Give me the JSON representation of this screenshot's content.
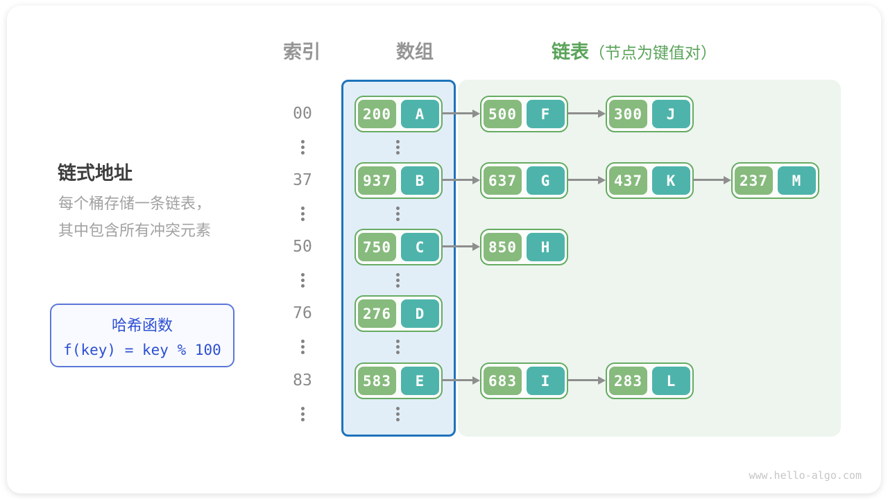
{
  "header": {
    "index_label": "索引",
    "array_label": "数组",
    "list_label": "链表",
    "list_note": "（节点为键值对）"
  },
  "left_panel": {
    "title": "链式地址",
    "description": [
      "每个桶存储一条链表，",
      "其中包含所有冲突元素"
    ],
    "hash_function": {
      "title": "哈希函数",
      "formula": "f(key) = key % 100"
    }
  },
  "hash_table": {
    "rows": [
      {
        "index": "00",
        "bucket": {
          "key": "200",
          "value": "A"
        },
        "chain": [
          {
            "key": "500",
            "value": "F"
          },
          {
            "key": "300",
            "value": "J"
          }
        ]
      },
      {
        "index": "37",
        "bucket": {
          "key": "937",
          "value": "B"
        },
        "chain": [
          {
            "key": "637",
            "value": "G"
          },
          {
            "key": "437",
            "value": "K"
          },
          {
            "key": "237",
            "value": "M"
          }
        ]
      },
      {
        "index": "50",
        "bucket": {
          "key": "750",
          "value": "C"
        },
        "chain": [
          {
            "key": "850",
            "value": "H"
          }
        ]
      },
      {
        "index": "76",
        "bucket": {
          "key": "276",
          "value": "D"
        },
        "chain": []
      },
      {
        "index": "83",
        "bucket": {
          "key": "583",
          "value": "E"
        },
        "chain": [
          {
            "key": "683",
            "value": "I"
          },
          {
            "key": "283",
            "value": "L"
          }
        ]
      }
    ]
  },
  "footer": {
    "watermark": "www.hello-algo.com"
  },
  "colors": {
    "header_gray": "#959595",
    "header_green": "#5aa35a",
    "array_fill": "#e1eef8",
    "array_border": "#1e73bb",
    "list_fill": "#edf5ee",
    "node_border": "#67ab63",
    "key_cell": "#87ba7d",
    "value_cell": "#4eb4ab",
    "index_gray": "#8a8a8a",
    "dot_gray": "#828282",
    "arrow": "#8e8e8e",
    "title_dark": "#3d3d3d",
    "desc_gray": "#a2a2a2",
    "hash_border": "#5b76d8",
    "hash_blue": "#2d4fd2",
    "watermark_gray": "#c6c6c6"
  }
}
